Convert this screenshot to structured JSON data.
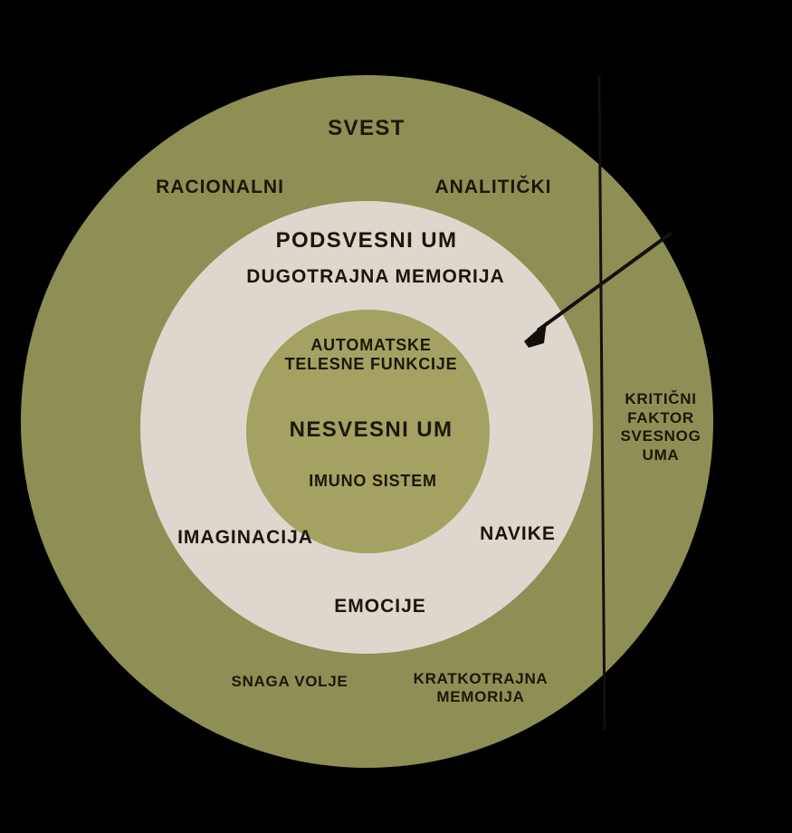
{
  "diagram": {
    "title": "Model svesti - koncentrični krugovi",
    "colors": {
      "outer_ring": "#8e8f55",
      "middle_ring": "#ded7cd",
      "inner_circle": "#a3a263",
      "text": "#1b1708",
      "annotation_line": "#13100a",
      "background": "#000000"
    },
    "labels": {
      "svest": "SVEST",
      "racionalni": "RACIONALNI",
      "analiticki": "ANALITIČKI",
      "podsvesni_um": "PODSVESNI UM",
      "dugotrajna_memorija": "DUGOTRAJNA MEMORIJA",
      "automatske_telesne_funkcije": "AUTOMATSKE\nTELESNE FUNKCIJE",
      "nesvesni_um": "NESVESNI UM",
      "imuno_sistem": "IMUNO SISTEM",
      "imaginacija": "IMAGINACIJA",
      "navike": "NAVIKE",
      "emocije": "EMOCIJE",
      "snaga_volje": "SNAGA VOLJE",
      "kratkotrajna_memorija": "KRATKOTRAJNA\nMEMORIJA",
      "kriticni_faktor_svesnog_uma": "KRITIČNI\nFAKTOR\nSVESNOG\nUMA"
    }
  }
}
